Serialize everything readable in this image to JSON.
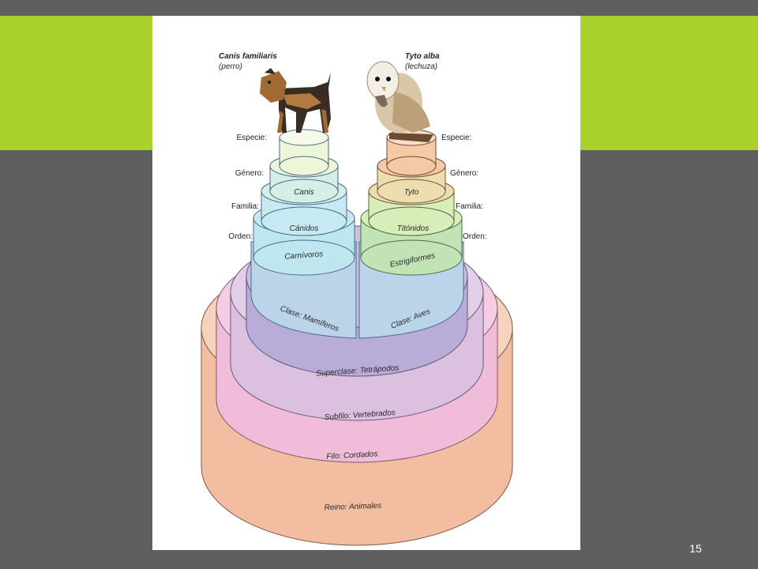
{
  "slide_number": "15",
  "species": {
    "dog": {
      "name": "Canis familiaris",
      "common": "(perro)"
    },
    "owl": {
      "name": "Tyto alba",
      "common": "(lechuza)"
    }
  },
  "side_labels": {
    "especie": "Especie:",
    "genero": "Género:",
    "familia": "Familia:",
    "orden": "Orden:"
  },
  "dog_levels": {
    "genus": "Canis",
    "family": "Cánidos",
    "order": "Carnívoros",
    "class": "Clase: Mamíferos"
  },
  "owl_levels": {
    "genus": "Tyto",
    "family": "Titónidos",
    "order": "Estrigiformes",
    "class": "Clase: Aves"
  },
  "shared_levels": {
    "superclass": "Superclase: Tetrápodos",
    "subphylum": "Subfilo: Vertebrados",
    "phylum": "Filo: Cordados",
    "kingdom": "Reino: Animales"
  },
  "colors": {
    "reino": "#f2bda0",
    "filo": "#f0bcd9",
    "subfilo": "#dcc0e0",
    "superclase": "#b9acd8",
    "clase": "#bcd4ea",
    "orden": "#bde6ee",
    "familia_dog": "#c7eaf2",
    "genero_dog": "#d6efe6",
    "especie_dog": "#eef6d8",
    "familia_owl": "#c2e3b6",
    "genero_owl": "#eeddaf",
    "especie_owl": "#f3c9a6",
    "accent_band": "#a8d12c",
    "background": "#5f5f5f"
  }
}
